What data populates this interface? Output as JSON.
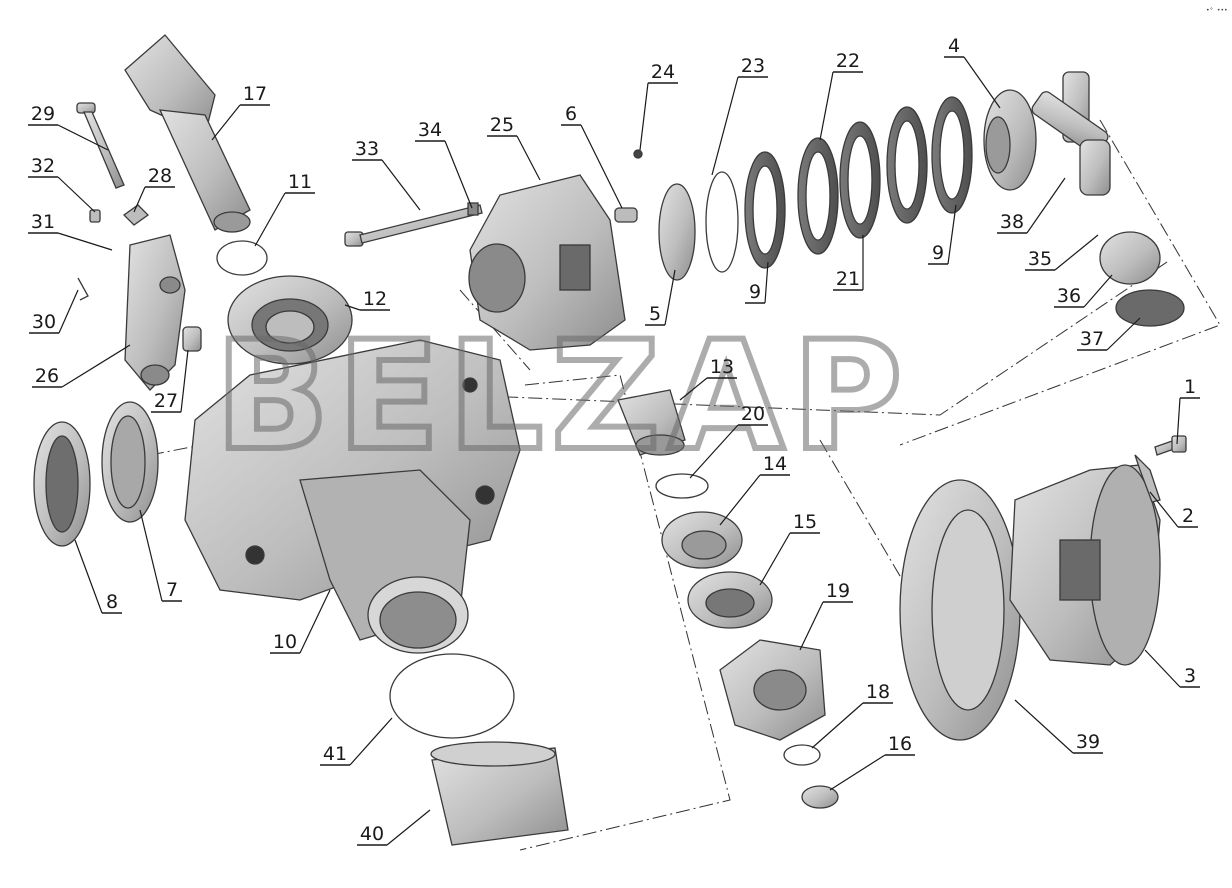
{
  "watermark": "BELZAP",
  "corner_mark": "•° •••",
  "callouts": [
    "1",
    "2",
    "3",
    "4",
    "5",
    "6",
    "7",
    "8",
    "9",
    "9",
    "10",
    "11",
    "12",
    "13",
    "14",
    "15",
    "16",
    "17",
    "18",
    "19",
    "20",
    "21",
    "22",
    "23",
    "24",
    "25",
    "26",
    "27",
    "28",
    "29",
    "30",
    "31",
    "32",
    "33",
    "34",
    "35",
    "36",
    "37",
    "38",
    "39",
    "40",
    "41"
  ],
  "colors": {
    "part_fill": "#c9c9c9",
    "part_shade": "#9a9a9a",
    "part_dark": "#5a5a5a",
    "line": "#1a1a1a"
  }
}
